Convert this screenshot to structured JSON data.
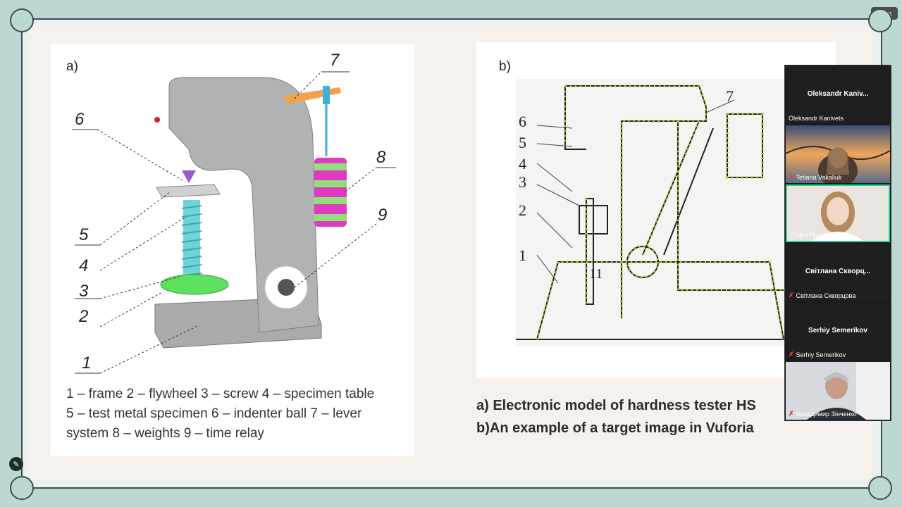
{
  "window": {
    "login_button": "Вход"
  },
  "slide": {
    "panel_a_label": "a)",
    "panel_b_label": "b)",
    "diagram_a_numbers": [
      "7",
      "6",
      "8",
      "9",
      "5",
      "4",
      "3",
      "2",
      "1"
    ],
    "diagram_b_numbers": [
      "6",
      "5",
      "4",
      "3",
      "2",
      "1",
      "7",
      "11"
    ],
    "caption_a": [
      "1 – frame 2 – flywheel 3 – screw 4 – specimen table",
      "5 – test metal specimen 6 – indenter ball 7 – lever",
      "system 8 – weights 9 – time relay"
    ],
    "caption_b": [
      "a) Electronic model of hardness tester HS",
      "b)An example of a target image in Vuforia"
    ]
  },
  "participants": [
    {
      "display": "Oleksandr  Kaniv...",
      "name": "Oleksandr Kanivets",
      "muted": false,
      "video": false
    },
    {
      "display": "",
      "name": "Tetiana Vakaliuk",
      "muted": true,
      "video": true
    },
    {
      "display": "",
      "name": "Софія Підгорна",
      "muted": false,
      "video": true
    },
    {
      "display": "Світлана  Скворц...",
      "name": "Світлана Скворцова",
      "muted": true,
      "video": false
    },
    {
      "display": "Serhiy Semerikov",
      "name": "Serhiy Semerikov",
      "muted": true,
      "video": false
    },
    {
      "display": "",
      "name": "Володимир Зінченко",
      "muted": true,
      "video": true
    }
  ],
  "colors": {
    "accent": "#2dd08a",
    "frame": "#3f4f4c",
    "background": "#bcd8d2"
  },
  "icons": {
    "edit": "pencil-icon",
    "mute": "mic-muted-icon"
  }
}
